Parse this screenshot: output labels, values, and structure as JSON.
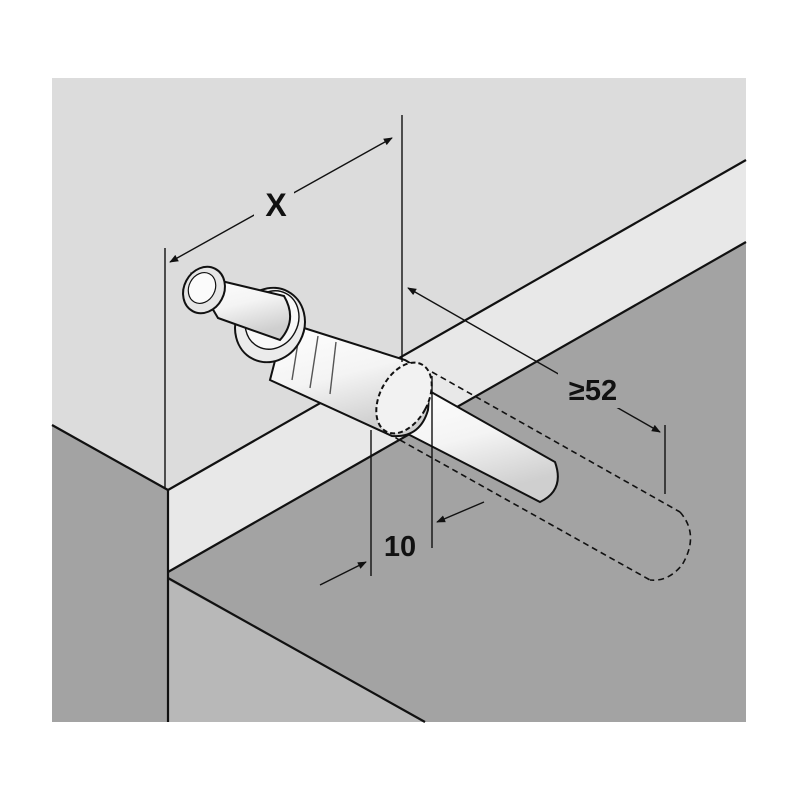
{
  "diagram": {
    "dimensions": {
      "x_label": "X",
      "depth_label": "≥52",
      "width_label": "10"
    },
    "colors": {
      "background": "#ffffff",
      "light_surface": "#dcdcdc",
      "dark_surface": "#a3a3a3",
      "front_strip": "#e6e6e6",
      "outline": "#111111",
      "part_fill": "#f7f7f7",
      "part_shade": "#d6d6d6"
    }
  }
}
